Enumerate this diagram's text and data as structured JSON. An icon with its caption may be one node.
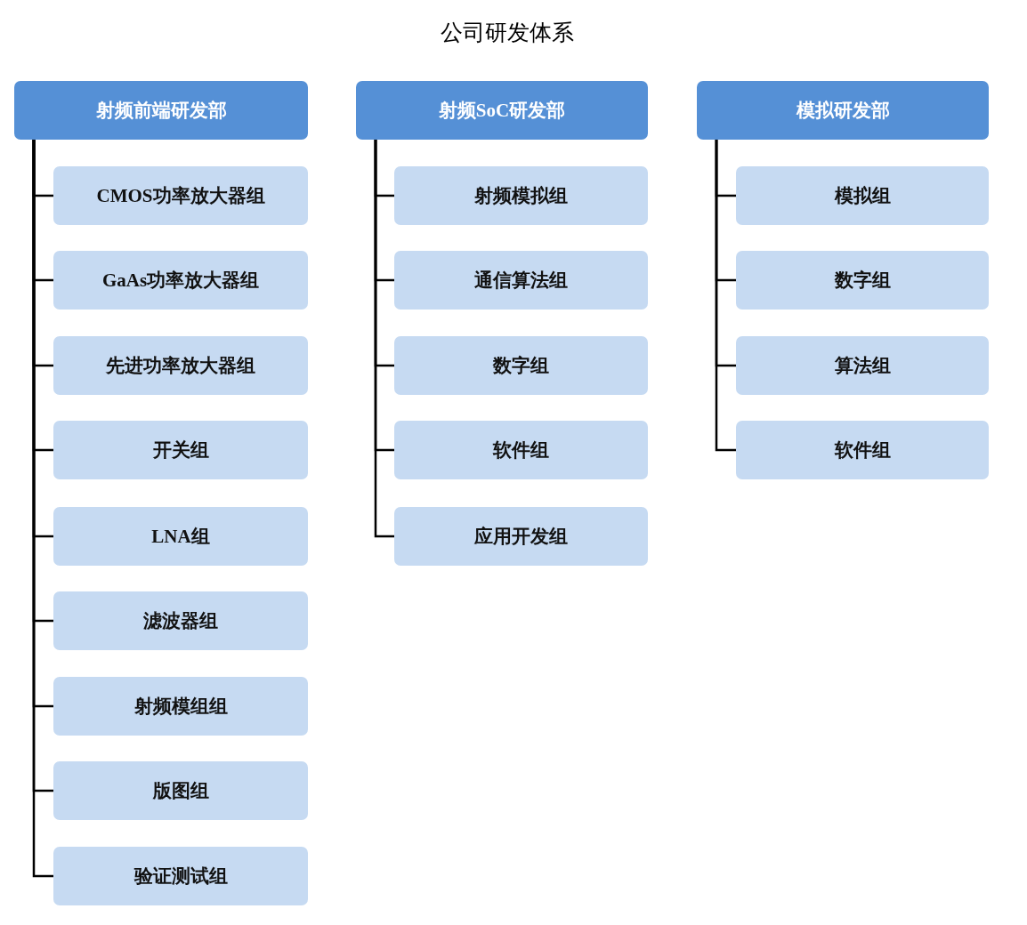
{
  "diagram": {
    "title": "公司研发体系",
    "nodes": [
      {
        "text": [
          "射频前端研发部"
        ]
      },
      {
        "text": [
          "CMOS功率放大器组"
        ]
      },
      {
        "text": [
          "GaAs功率放大器组"
        ]
      },
      {
        "text": [
          "先进功率放大器组"
        ]
      },
      {
        "text": [
          "开关组"
        ]
      },
      {
        "text": [
          "LNA组"
        ]
      },
      {
        "text": [
          "滤波器组"
        ]
      },
      {
        "text": [
          "射频模组组"
        ]
      },
      {
        "text": [
          "版图组"
        ]
      },
      {
        "text": [
          "验证测试组"
        ]
      },
      {
        "text": [
          "射频SoC研发部"
        ]
      },
      {
        "text": [
          "射频模拟组"
        ]
      },
      {
        "text": [
          "通信算法组"
        ]
      },
      {
        "text": [
          "数字组"
        ]
      },
      {
        "text": [
          "软件组"
        ]
      },
      {
        "text": [
          "应用开发组"
        ]
      },
      {
        "text": [
          "模拟研发部"
        ]
      },
      {
        "text": [
          "模拟组"
        ]
      },
      {
        "text": [
          "数字组"
        ]
      },
      {
        "text": [
          "算法组"
        ]
      },
      {
        "text": [
          "软件组"
        ]
      }
    ],
    "edges": [
      {
        "from": 0,
        "to": 1,
        "arrow": "none"
      },
      {
        "from": 0,
        "to": 2,
        "arrow": "none"
      },
      {
        "from": 0,
        "to": 3,
        "arrow": "none"
      },
      {
        "from": 0,
        "to": 4,
        "arrow": "none"
      },
      {
        "from": 0,
        "to": 5,
        "arrow": "none"
      },
      {
        "from": 0,
        "to": 6,
        "arrow": "none"
      },
      {
        "from": 0,
        "to": 7,
        "arrow": "none"
      },
      {
        "from": 0,
        "to": 8,
        "arrow": "none"
      },
      {
        "from": 0,
        "to": 9,
        "arrow": "none"
      },
      {
        "from": 10,
        "to": 11,
        "arrow": "none"
      },
      {
        "from": 10,
        "to": 12,
        "arrow": "none"
      },
      {
        "from": 10,
        "to": 13,
        "arrow": "none"
      },
      {
        "from": 10,
        "to": 14,
        "arrow": "none"
      },
      {
        "from": 10,
        "to": 15,
        "arrow": "none"
      },
      {
        "from": 16,
        "to": 17,
        "arrow": "none"
      },
      {
        "from": 16,
        "to": 18,
        "arrow": "none"
      },
      {
        "from": 16,
        "to": 19,
        "arrow": "none"
      },
      {
        "from": 16,
        "to": 20,
        "arrow": "none"
      }
    ]
  }
}
